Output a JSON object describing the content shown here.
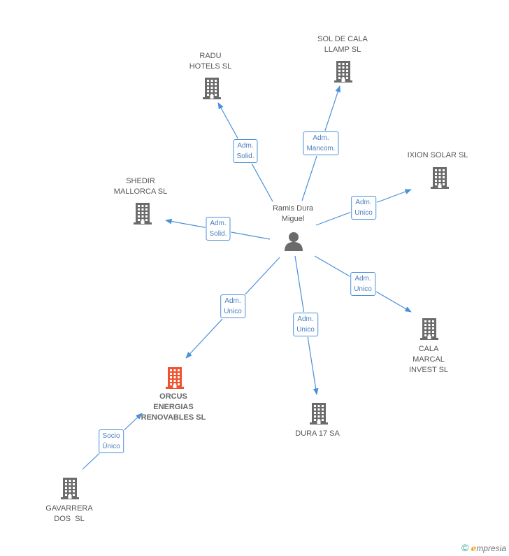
{
  "center": {
    "label": "Ramis Dura\nMiguel",
    "icon": "person-icon"
  },
  "nodes": [
    {
      "id": "radu",
      "label": "RADU\nHOTELS SL",
      "icon": "building-icon"
    },
    {
      "id": "sol",
      "label": "SOL DE CALA\nLLAMP SL",
      "icon": "building-icon"
    },
    {
      "id": "ixion",
      "label": "IXION SOLAR SL",
      "icon": "building-icon"
    },
    {
      "id": "shedir",
      "label": "SHEDIR\nMALLORCA SL",
      "icon": "building-icon"
    },
    {
      "id": "cala",
      "label": "CALA\nMARCAL\nINVEST SL",
      "icon": "building-icon"
    },
    {
      "id": "dura",
      "label": "DURA 17 SA",
      "icon": "building-icon"
    },
    {
      "id": "orcus",
      "label": "ORCUS\nENERGIAS\nRENOVABLES SL",
      "icon": "building-icon",
      "highlight": true,
      "color": "#f0522d"
    },
    {
      "id": "gavarrera",
      "label": "GAVARRERA\nDOS  SL",
      "icon": "building-icon"
    }
  ],
  "edges": [
    {
      "from": "center",
      "to": "radu",
      "label": "Adm.\nSolid."
    },
    {
      "from": "center",
      "to": "sol",
      "label": "Adm.\nMancom."
    },
    {
      "from": "center",
      "to": "ixion",
      "label": "Adm.\nUnico"
    },
    {
      "from": "center",
      "to": "shedir",
      "label": "Adm.\nSolid."
    },
    {
      "from": "center",
      "to": "cala",
      "label": "Adm.\nUnico"
    },
    {
      "from": "center",
      "to": "dura",
      "label": "Adm.\nUnico"
    },
    {
      "from": "center",
      "to": "orcus",
      "label": "Adm.\nUnico"
    },
    {
      "from": "gavarrera",
      "to": "orcus",
      "label": "Socio\nÚnico"
    }
  ],
  "colors": {
    "edge": "#4a90d9",
    "building": "#6b6b6b",
    "highlight": "#f0522d",
    "person": "#6b6b6b"
  },
  "brand": {
    "copyright": "©",
    "e": "e",
    "name": "mpresia"
  }
}
